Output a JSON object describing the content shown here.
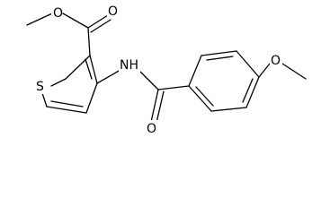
{
  "structure": {
    "atom_labels": {
      "carbonyl_oxygen_ester": "O",
      "ester_oxygen": "O",
      "thiophene_sulfur": "S",
      "amide_nitrogen": "NH",
      "amide_oxygen": "O",
      "methoxy_oxygen": "O"
    }
  },
  "colors": {
    "ink": "#000000",
    "background": "#ffffff"
  }
}
